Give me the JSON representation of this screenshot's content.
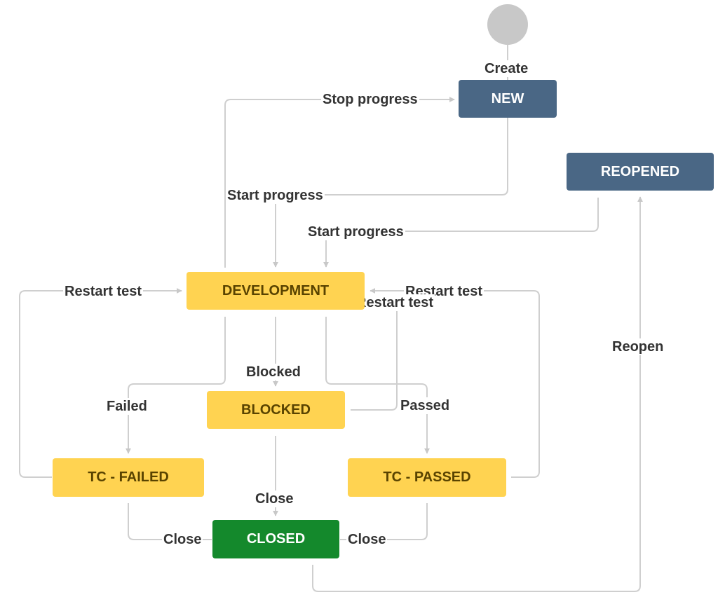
{
  "statuses": {
    "new": "NEW",
    "reopened": "REOPENED",
    "development": "DEVELOPMENT",
    "blocked": "BLOCKED",
    "tc_failed": "TC - FAILED",
    "tc_passed": "TC - PASSED",
    "closed": "CLOSED"
  },
  "transitions": {
    "create": "Create",
    "stop_progress": "Stop progress",
    "start_progress_new": "Start progress",
    "start_progress_reopened": "Start progress",
    "restart_test_failed": "Restart test",
    "restart_test_passed": "Restart test",
    "restart_test_blocked": "Restart test",
    "blocked": "Blocked",
    "failed": "Failed",
    "passed": "Passed",
    "close_blocked": "Close",
    "close_failed": "Close",
    "close_passed": "Close",
    "reopen": "Reopen"
  },
  "colors": {
    "status_blue": "#4a6785",
    "status_yellow": "#ffd351",
    "status_green": "#14892c",
    "connector": "#cfcfcf",
    "start_node": "#c8c8c8"
  }
}
